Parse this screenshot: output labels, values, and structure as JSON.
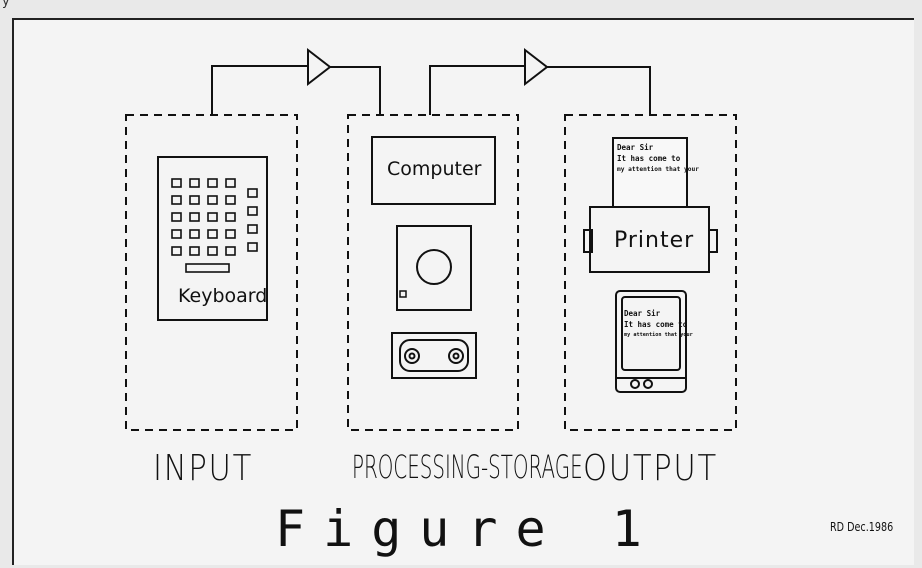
{
  "page": {
    "top_word": "y",
    "background_text_lines": []
  },
  "diagram": {
    "stages": [
      {
        "id": "input",
        "label": "INPUT",
        "device": "Keyboard"
      },
      {
        "id": "processing",
        "label": "PROCESSING-STORAGE",
        "device": "Computer"
      },
      {
        "id": "output",
        "label": "OUTPUT",
        "device": "Printer"
      }
    ],
    "printed_letter": {
      "line1": "Dear Sir",
      "line2": "It has come to",
      "line3": "my attention that your"
    },
    "screen_letter": {
      "line1": "Dear Sir",
      "line2": "It has come to",
      "line3": "my attention that your"
    },
    "caption": "Figure 1",
    "date_stamp": "RD Dec.1986"
  },
  "colors": {
    "ink": "#111111",
    "paper": "#f4f4f4",
    "page": "#e9e9e9"
  },
  "icons": [
    "amplifier-triangle-icon",
    "disk-drive-icon",
    "cassette-tape-icon",
    "monitor-icon"
  ]
}
